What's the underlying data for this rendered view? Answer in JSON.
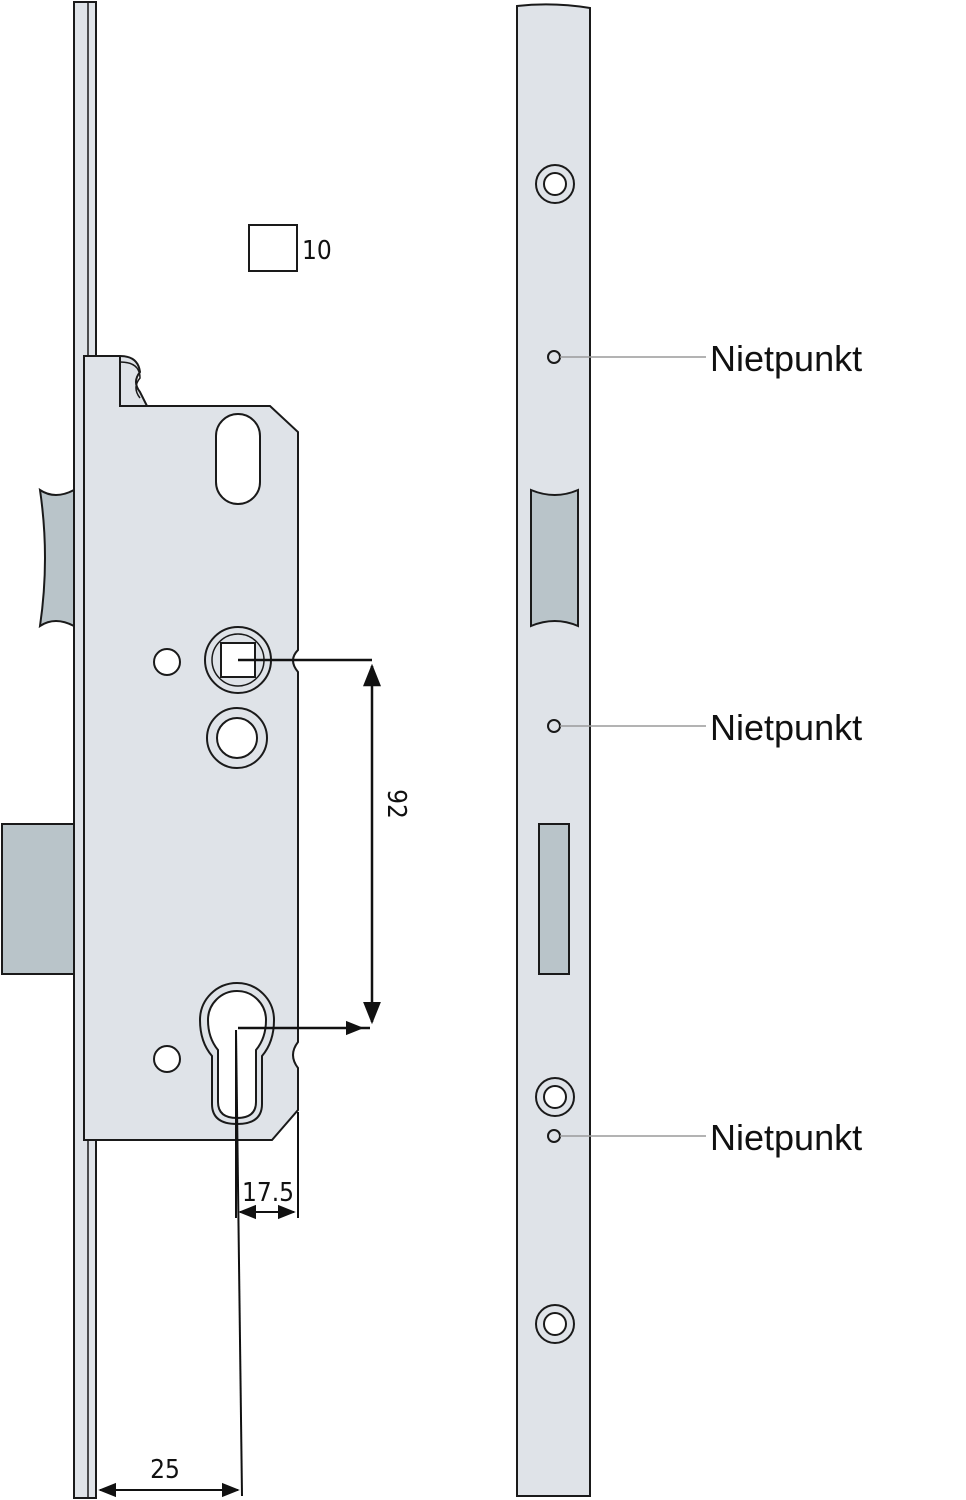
{
  "colors": {
    "plate_fill": "#dfe3e8",
    "inset_fill": "#b9c4c9",
    "outline": "#1a1a1a",
    "leader": "#9a9a9a",
    "background": "#ffffff"
  },
  "dimensions": {
    "spindle_square": "10",
    "spindle_to_cylinder": "92",
    "backset_cylinder": "17.5",
    "backset_faceplate": "25"
  },
  "callouts": [
    {
      "label": "Nietpunkt"
    },
    {
      "label": "Nietpunkt"
    },
    {
      "label": "Nietpunkt"
    }
  ]
}
